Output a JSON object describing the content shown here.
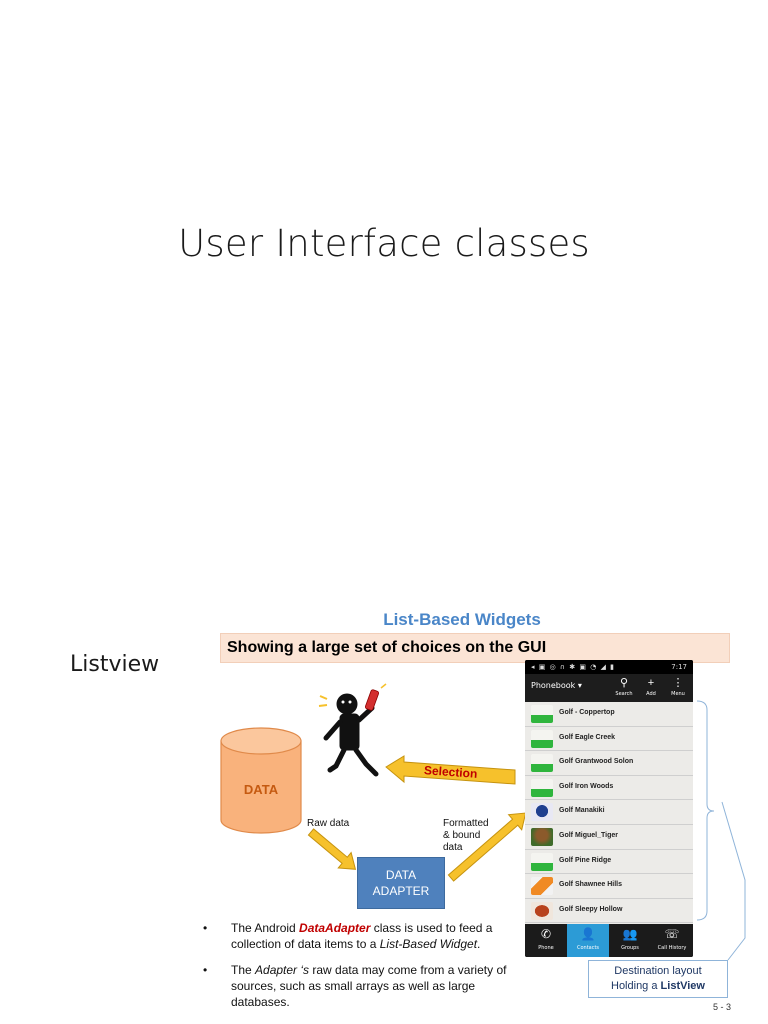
{
  "slide": {
    "title": "User Interface classes",
    "side_label": "Listview",
    "page_number": "5 - 3"
  },
  "diagram": {
    "heading": "List-Based Widgets",
    "subtitle": "Showing a large set of choices on  the GUI",
    "data_label": "DATA",
    "raw_data_label": "Raw data",
    "formatted_label_line1": "Formatted",
    "formatted_label_line2": "& bound",
    "formatted_label_line3": "data",
    "adapter_line1": "DATA",
    "adapter_line2": "ADAPTER",
    "selection_label": "Selection",
    "destination_line1": "Destination layout",
    "destination_line2_prefix": "Holding a ",
    "destination_line2_bold": "ListView"
  },
  "phone": {
    "status_time": "7:17",
    "action_title": "Phonebook",
    "actions": [
      {
        "icon": "search-icon",
        "label": "Search"
      },
      {
        "icon": "add-icon",
        "label": "Add"
      },
      {
        "icon": "menu-icon",
        "label": "Menu"
      }
    ],
    "contacts": [
      {
        "name": "Golf - Coppertop",
        "thumb": "golf"
      },
      {
        "name": "Golf Eagle Creek",
        "thumb": "golf"
      },
      {
        "name": "Golf Grantwood Solon",
        "thumb": "golf"
      },
      {
        "name": "Golf Iron Woods",
        "thumb": "golf"
      },
      {
        "name": "Golf Manakiki",
        "thumb": "logo-blue"
      },
      {
        "name": "Golf Miguel_Tiger",
        "thumb": "photo"
      },
      {
        "name": "Golf Pine Ridge",
        "thumb": "golf"
      },
      {
        "name": "Golf Shawnee Hills",
        "thumb": "logo-orange"
      },
      {
        "name": "Golf Sleepy Hollow",
        "thumb": "logo-red"
      }
    ],
    "nav": [
      {
        "icon": "phone-icon",
        "label": "Phone",
        "active": false
      },
      {
        "icon": "contacts-icon",
        "label": "Contacts",
        "active": true
      },
      {
        "icon": "groups-icon",
        "label": "Groups",
        "active": false
      },
      {
        "icon": "call-history-icon",
        "label": "Call History",
        "active": false
      }
    ]
  },
  "bullets": [
    {
      "pre": "The Android ",
      "emph": "DataAdapter",
      "mid": " class is used to feed a collection of data items to a ",
      "italic": "List-Based Widget",
      "post": "."
    },
    {
      "pre": "The ",
      "italic": "Adapter ‘s",
      "post": " raw data may come from a variety of sources, such as small arrays as well as large databases."
    }
  ],
  "colors": {
    "accent_blue": "#4a86c8",
    "adapter_blue": "#4f81bd",
    "cylinder_orange": "#f9b27c",
    "arrow_gold": "#f6c12c",
    "band_peach": "#fbe4d5",
    "emphasis_red": "#c00000",
    "phone_highlight": "#2c9bd6"
  }
}
